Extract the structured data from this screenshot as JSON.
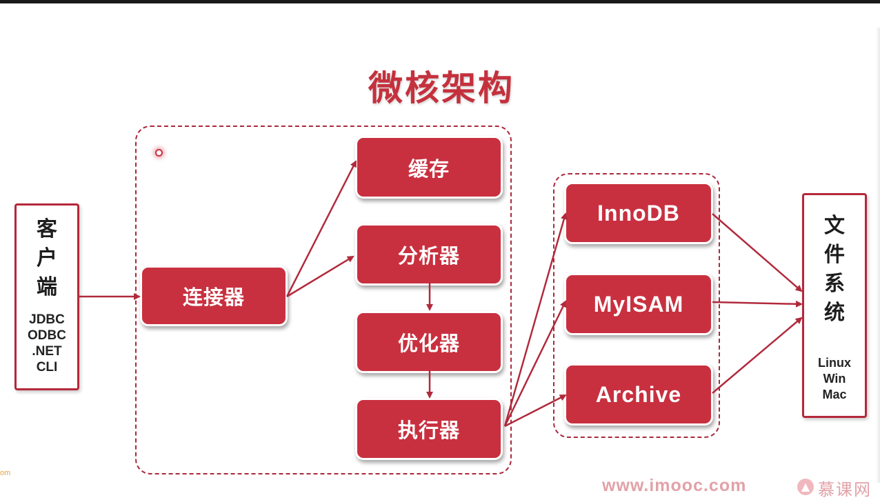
{
  "title": "微核架构",
  "client": {
    "label": [
      "客",
      "户",
      "端"
    ],
    "protocols": [
      "JDBC",
      "ODBC",
      ".NET",
      "CLI"
    ]
  },
  "server": {
    "connector": "连接器",
    "cache": "缓存",
    "parser": "分析器",
    "optimizer": "优化器",
    "executor": "执行器"
  },
  "engines": [
    "InnoDB",
    "MyISAM",
    "Archive"
  ],
  "filesystem": {
    "label": [
      "文",
      "件",
      "系",
      "统"
    ],
    "os": [
      "Linux",
      "Win",
      "Mac"
    ]
  },
  "footer": {
    "url": "www.imooc.com",
    "brand": "慕课网",
    "corner": "om"
  },
  "colors": {
    "accent": "#c9303f",
    "arrow": "#b02a3c",
    "title": "#c4313d"
  }
}
